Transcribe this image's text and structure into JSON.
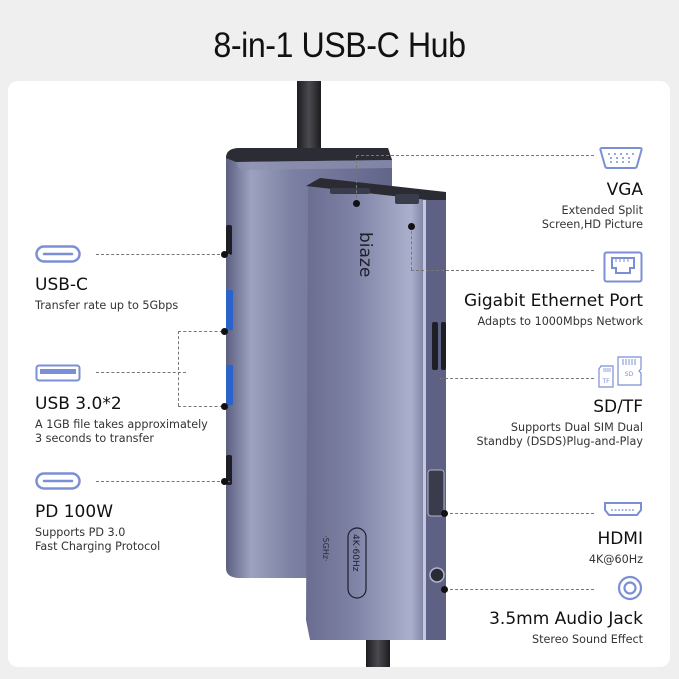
{
  "title": "8-in-1 USB-C Hub",
  "colors": {
    "page_bg": "#efefef",
    "card_bg": "#ffffff",
    "icon_accent": "#7b8fd6",
    "device_body": "#6d7090",
    "cable": "#2b2b2e"
  },
  "device": {
    "brand": "biaze",
    "badge": "4K·60Hz",
    "side_marking": "·5GHz·"
  },
  "features_left": [
    {
      "icon": "usb-c-icon",
      "name": "USB-C",
      "desc_lines": [
        "Transfer rate up to 5Gbps"
      ]
    },
    {
      "icon": "usb-a-icon",
      "name": "USB 3.0*2",
      "desc_lines": [
        "A 1GB file takes approximately",
        "3 seconds to transfer"
      ]
    },
    {
      "icon": "usb-c-power-icon",
      "name": "PD 100W",
      "desc_lines": [
        "Supports PD 3.0",
        "Fast Charging Protocol"
      ]
    }
  ],
  "features_right": [
    {
      "icon": "vga-icon",
      "name": "VGA",
      "desc_lines": [
        "Extended Split",
        "Screen,HD Picture"
      ]
    },
    {
      "icon": "ethernet-icon",
      "name": "Gigabit Ethernet Port",
      "desc_lines": [
        "Adapts to 1000Mbps Network"
      ]
    },
    {
      "icon": "sd-tf-card-icon",
      "name": "SD/TF",
      "desc_lines": [
        "Supports Dual SIM Dual",
        "Standby (DSDS)Plug-and-Play"
      ],
      "card_labels": [
        "TF",
        "SD"
      ]
    },
    {
      "icon": "hdmi-icon",
      "name": "HDMI",
      "desc_lines": [
        "4K@60Hz"
      ]
    },
    {
      "icon": "audio-jack-icon",
      "name": "3.5mm Audio Jack",
      "desc_lines": [
        "Stereo Sound Effect"
      ]
    }
  ]
}
